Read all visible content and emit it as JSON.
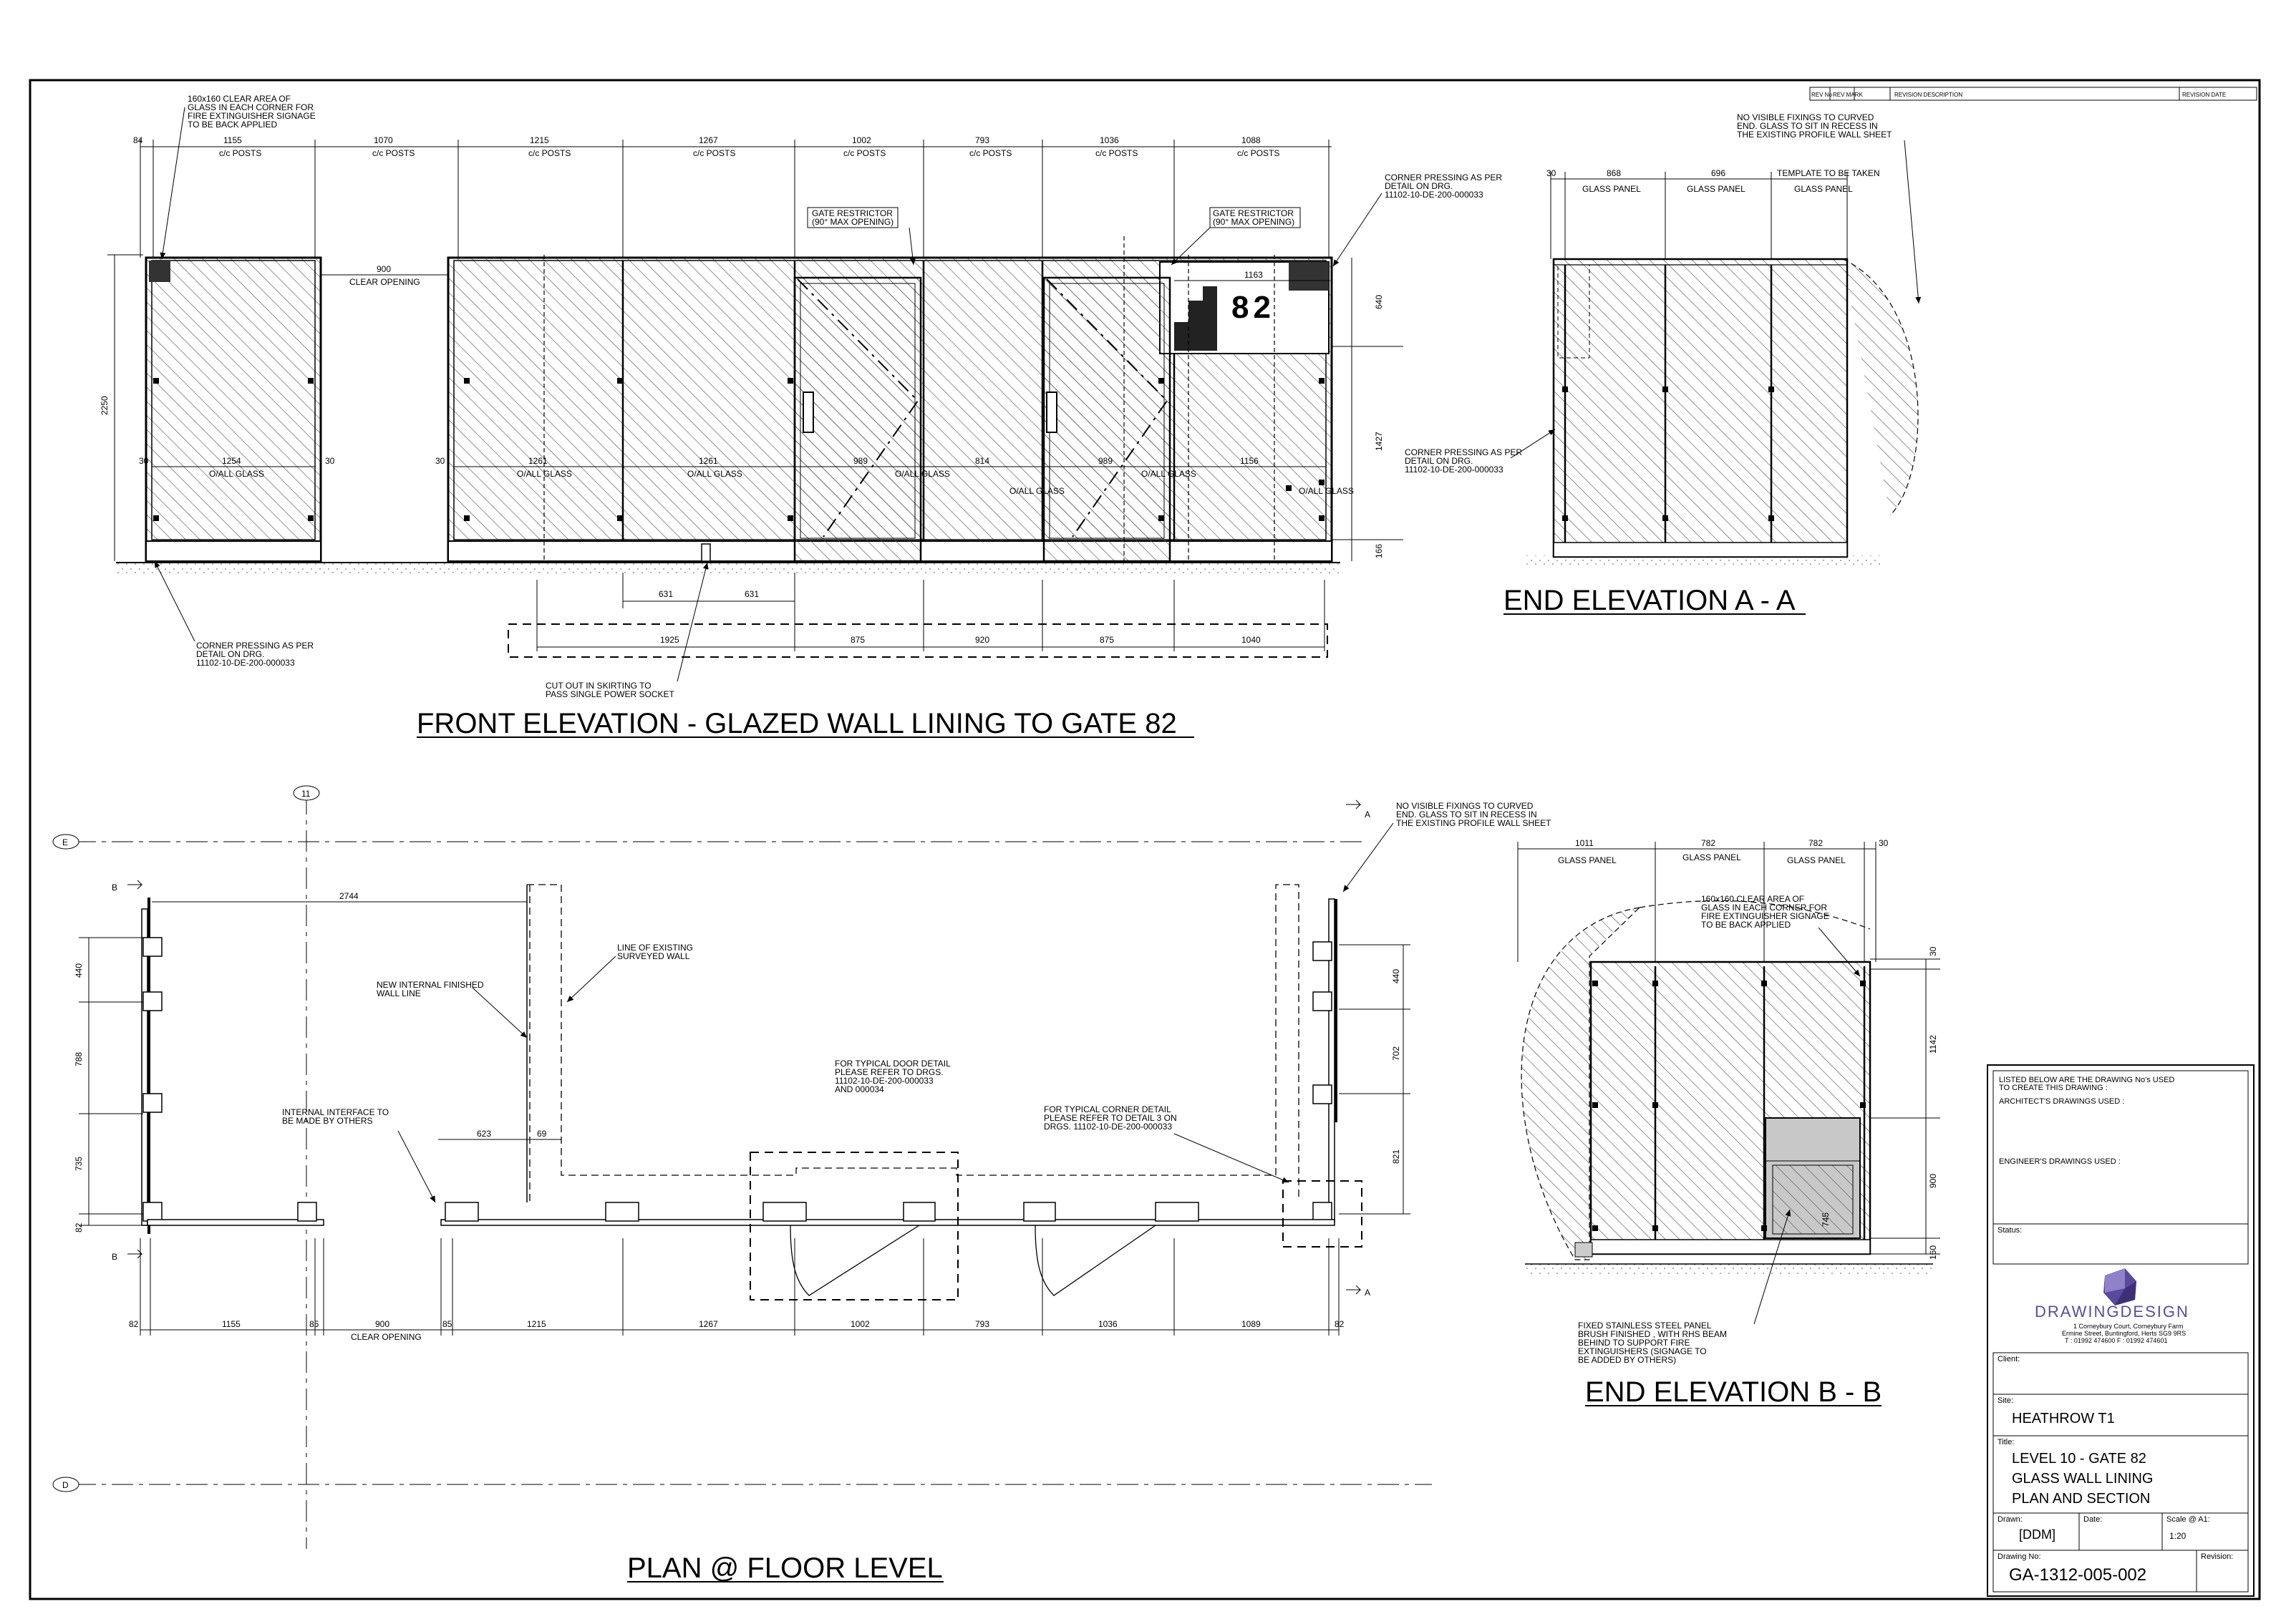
{
  "views": {
    "front": {
      "title": "FRONT ELEVATION - GLAZED WALL LINING TO GATE 82",
      "top_dims": [
        "84",
        "1155",
        "1070",
        "1215",
        "1267",
        "1002",
        "793",
        "1036",
        "1088"
      ],
      "posts_label": "c/c POSTS",
      "clear_opening_dim": "900",
      "clear_opening_label": "CLEAR OPENING",
      "height_dim": "2250",
      "gap_30": "30",
      "glass_dims": [
        "1254",
        "1261",
        "1261",
        "989",
        "814",
        "989",
        "1156"
      ],
      "glass_label": "O/ALL GLASS",
      "sign_width_dim": "1163",
      "gate_number": "82",
      "gate_restrictor": [
        "GATE RESTRICTOR",
        "(90° MAX OPENING)"
      ],
      "right_dims": [
        "640",
        "1427",
        "166"
      ],
      "socket_dims": [
        "631",
        "631"
      ],
      "bottom_dims": [
        "1925",
        "875",
        "920",
        "875",
        "1040"
      ],
      "notes": {
        "corner_clear": [
          "160x160 CLEAR AREA OF",
          "GLASS IN EACH CORNER FOR",
          "FIRE EXTINGUISHER SIGNAGE",
          "TO BE BACK APPLIED"
        ],
        "corner_pressing": [
          "CORNER PRESSING AS PER",
          "DETAIL ON DRG.",
          "11102-10-DE-200-000033"
        ],
        "cut_out": [
          "CUT OUT IN SKIRTING TO",
          "PASS SINGLE POWER SOCKET"
        ]
      }
    },
    "end_a": {
      "title": "END ELEVATION A - A",
      "top_dims": [
        "30",
        "868",
        "696"
      ],
      "panel_labels": [
        "GLASS PANEL",
        "GLASS PANEL",
        "GLASS PANEL"
      ],
      "template_label": "TEMPLATE TO BE TAKEN",
      "notes": {
        "no_fixings": [
          "NO VISIBLE FIXINGS TO CURVED",
          "END. GLASS TO SIT IN RECESS IN",
          "THE EXISTING PROFILE WALL SHEET"
        ],
        "corner_pressing": [
          "CORNER PRESSING AS PER",
          "DETAIL ON DRG.",
          "11102-10-DE-200-000033"
        ]
      }
    },
    "plan": {
      "title": "PLAN @ FLOOR LEVEL",
      "grid_e": "E",
      "grid_d": "D",
      "grid_11": "11",
      "section_b": "B",
      "section_a": "A",
      "dim_2744": "2744",
      "dim_623": "623",
      "dim_69": "69",
      "left_dims": [
        "440",
        "788",
        "735",
        "82"
      ],
      "right_dims": [
        "440",
        "702",
        "821"
      ],
      "bottom_dims": [
        "82",
        "1155",
        "85",
        "900",
        "85",
        "1215",
        "1267",
        "1002",
        "793",
        "1036",
        "1089",
        "82"
      ],
      "clear_opening_label": "CLEAR OPENING",
      "notes": {
        "line_existing": [
          "LINE OF EXISTING",
          "SURVEYED WALL"
        ],
        "new_internal": [
          "NEW INTERNAL FINISHED",
          "WALL LINE"
        ],
        "internal_interface": [
          "INTERNAL INTERFACE TO",
          "BE MADE BY OTHERS"
        ],
        "door_detail": [
          "FOR TYPICAL DOOR DETAIL",
          "PLEASE REFER TO DRGS.",
          "11102-10-DE-200-000033",
          "AND 000034"
        ],
        "corner_detail": [
          "FOR TYPICAL CORNER DETAIL",
          "PLEASE REFER TO DETAIL 3 ON",
          "DRGS. 11102-10-DE-200-000033"
        ],
        "no_fixings": [
          "NO VISIBLE FIXINGS TO CURVED",
          "END. GLASS TO SIT IN RECESS IN",
          "THE EXISTING PROFILE WALL SHEET"
        ]
      }
    },
    "end_b": {
      "title": "END ELEVATION B - B",
      "top_dims": [
        "1011",
        "782",
        "782",
        "30"
      ],
      "panel_labels": [
        "GLASS PANEL",
        "GLASS PANEL",
        "GLASS PANEL"
      ],
      "right_dims": [
        "30",
        "1142",
        "900",
        "160"
      ],
      "inner_dim": "745",
      "notes": {
        "corner_clear": [
          "160x160 CLEAR AREA OF",
          "GLASS IN EACH CORNER FOR",
          "FIRE EXTINGUISHER SIGNAGE",
          "TO BE BACK APPLIED"
        ],
        "fixed_panel": [
          "FIXED STAINLESS STEEL PANEL",
          "BRUSH FINISHED , WITH RHS BEAM",
          "BEHIND TO SUPPORT FIRE",
          "EXTINGUISHERS (SIGNAGE TO",
          "BE ADDED BY OTHERS)"
        ]
      }
    }
  },
  "revision_header": [
    "REV No",
    "REV MARK",
    "REVISION DESCRIPTION",
    "REVISION DATE"
  ],
  "title_block": {
    "listed": [
      "LISTED BELOW ARE THE DRAWING No's USED",
      "TO CREATE THIS DRAWING :"
    ],
    "architects": "ARCHITECT'S DRAWINGS USED :",
    "engineers": "ENGINEER'S DRAWINGS USED :",
    "status_label": "Status:",
    "company": "DRAWINGDESIGN",
    "address": [
      "1 Corneybury Court, Corneybury Farm",
      "Ermine Street, Buntingford, Herts SG9 9RS",
      "T : 01992 474600          F : 01992 474601"
    ],
    "client_label": "Client:",
    "site_label": "Site:",
    "site": "HEATHROW T1",
    "title_label": "Title:",
    "title_lines": [
      "LEVEL 10 - GATE 82",
      "GLASS WALL LINING",
      "PLAN AND SECTION"
    ],
    "drawn_label": "Drawn:",
    "drawn": "[DDM]",
    "date_label": "Date:",
    "scale_label": "Scale @ A1:",
    "scale": "1:20",
    "drawing_no_label": "Drawing No:",
    "drawing_no": "GA-1312-005-002",
    "revision_label": "Revision:"
  },
  "colors": {
    "line": "#000000",
    "hatch": "#555555",
    "logo": "#5a4a9e",
    "panel_fill": "#c8c8c8"
  }
}
